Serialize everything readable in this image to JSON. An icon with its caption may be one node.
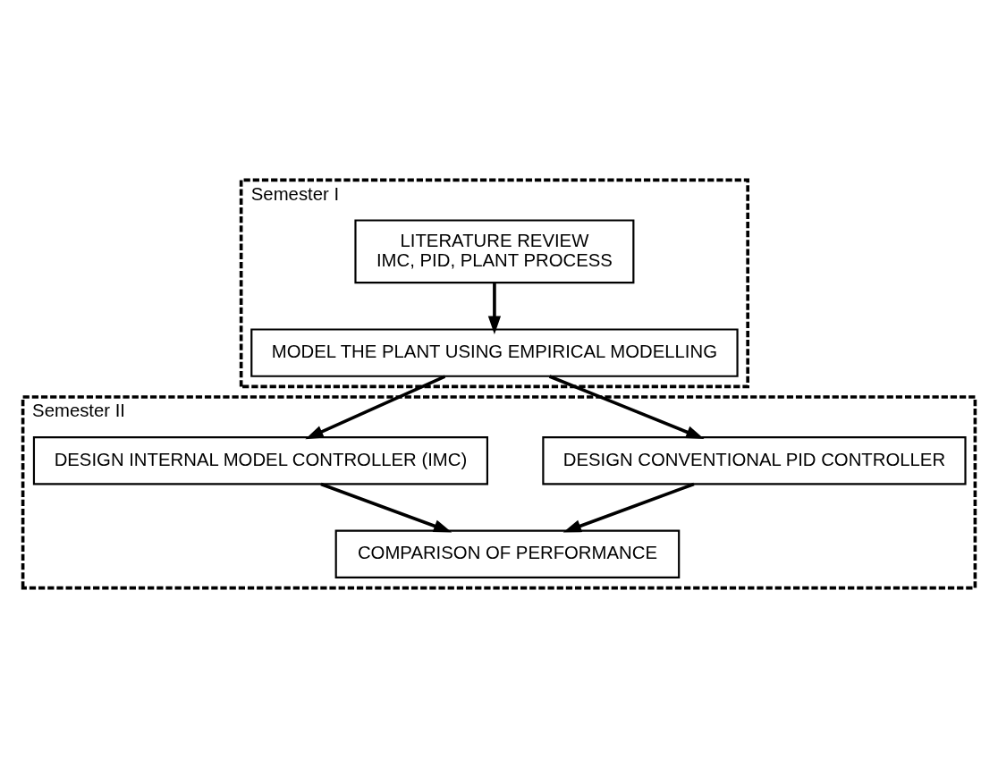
{
  "diagram": {
    "nodes": [
      {
        "text": [
          "Semester I"
        ]
      },
      {
        "text": [
          "LITERATURE REVIEW",
          "IMC, PID, PLANT PROCESS"
        ],
        "in": 0
      },
      {
        "text": [
          "MODEL THE PLANT USING EMPIRICAL MODELLING"
        ],
        "in": 0
      },
      {
        "text": [
          "Semester II"
        ]
      },
      {
        "text": [
          "DESIGN CONVENTIONAL PID CONTROLLER"
        ],
        "in": 3
      },
      {
        "text": [
          "DESIGN INTERNAL MODEL CONTROLLER (IMC)"
        ],
        "in": 3
      },
      {
        "text": [
          "COMPARISON OF PERFORMANCE"
        ],
        "in": 3
      }
    ],
    "edges": [
      {
        "from": 1,
        "to": 2,
        "arrow": "to"
      },
      {
        "from": 2,
        "to": 4,
        "arrow": "to"
      },
      {
        "from": 2,
        "to": 5,
        "arrow": "to"
      },
      {
        "from": 4,
        "to": 6,
        "arrow": "to"
      },
      {
        "from": 5,
        "to": 6,
        "arrow": "to"
      }
    ]
  }
}
